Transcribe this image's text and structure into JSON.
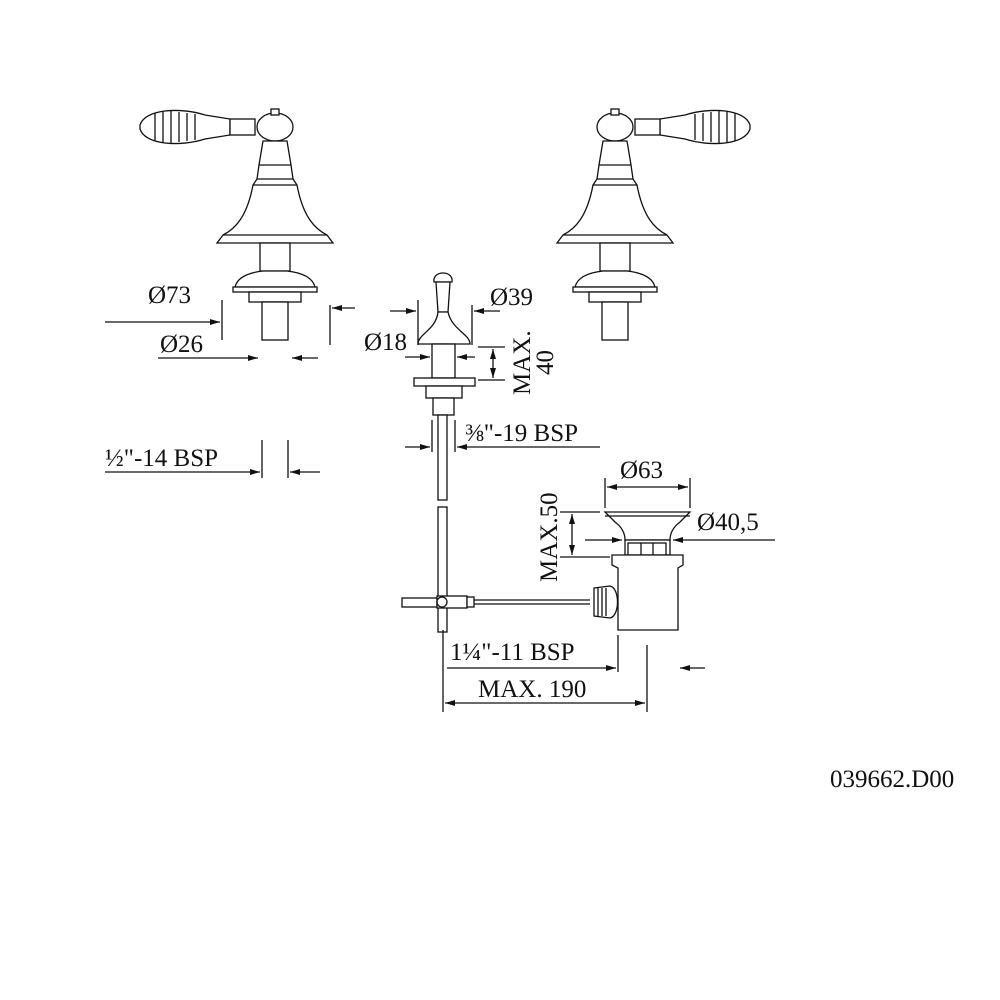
{
  "drawing": {
    "left_tap": {
      "dia_body": "Ø73",
      "dia_stem": "Ø26",
      "thread": "½\"-14 BSP"
    },
    "center_lift": {
      "dia_flange": "Ø39",
      "dia_stem": "Ø18",
      "max_height": "MAX.",
      "max_height_value": "40",
      "thread": "⅜\"-19 BSP"
    },
    "waste": {
      "dia_flange": "Ø63",
      "dia_body": "Ø40,5",
      "max_height": "MAX.50",
      "thread": "1¼\"-11 BSP",
      "max_length": "MAX. 190"
    },
    "drawing_number": "039662.D00"
  }
}
